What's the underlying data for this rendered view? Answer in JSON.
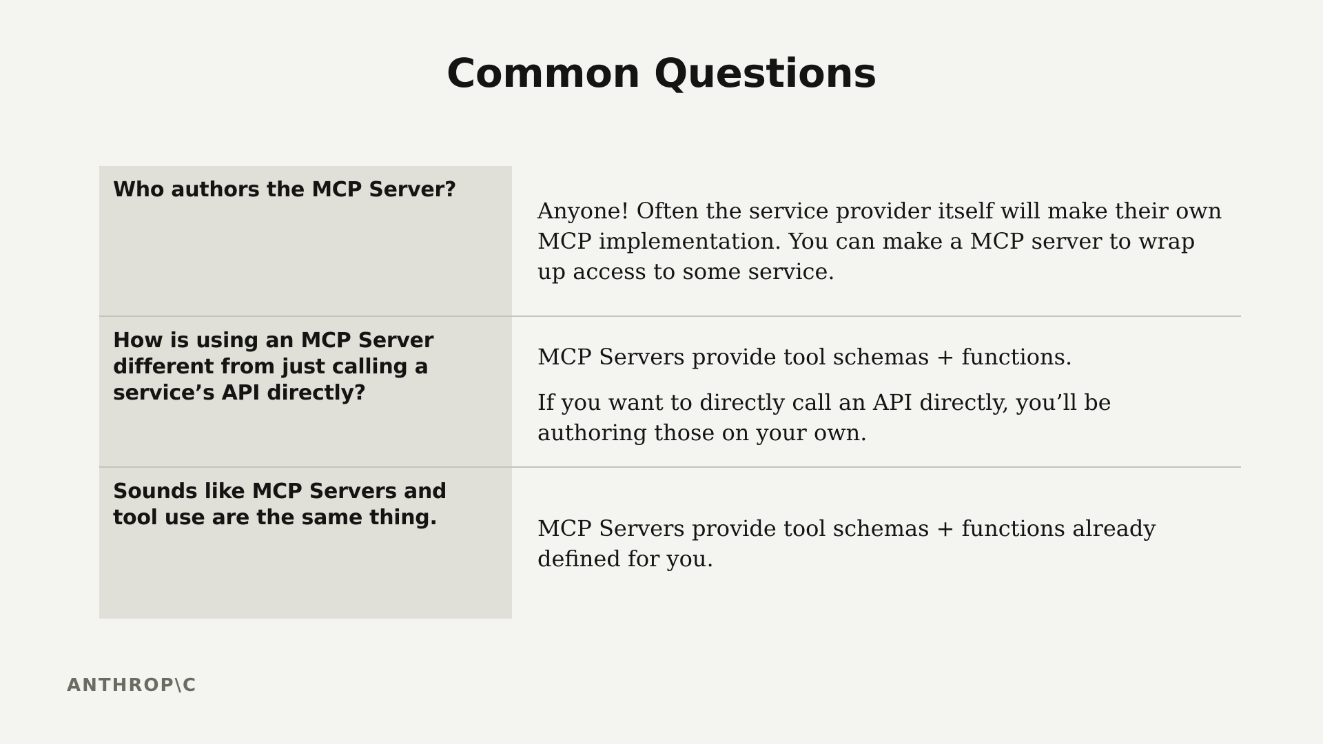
{
  "title": "Common Questions",
  "faq": [
    {
      "question": "Who authors the MCP Server?",
      "answer": [
        "Anyone! Often the service provider itself will make their own MCP implementation. You can make a MCP server to wrap up access to some service."
      ]
    },
    {
      "question": "How is using an MCP Server different from just calling a service’s API directly?",
      "answer": [
        "MCP Servers provide tool schemas + functions.",
        "If you want to directly call an API directly, you’ll be authoring those on your own."
      ]
    },
    {
      "question": "Sounds like MCP Servers and tool use are the same thing.",
      "answer": [
        "MCP Servers provide tool schemas + functions already defined for you."
      ]
    }
  ],
  "brand": "ANTHROP\\C",
  "colors": {
    "background": "#f4f5f0",
    "question_cell": "#e0e0d8",
    "divider": "#c3c5bc",
    "text": "#141413",
    "logo": "#6b6b62"
  }
}
